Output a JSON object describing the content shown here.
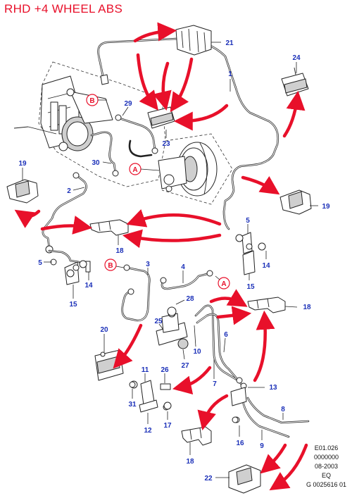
{
  "title": "RHD +4 WHEEL ABS",
  "reference_codes": [
    "E01.026",
    "0000000",
    "08-2003",
    "EQ",
    "G 0025616 01"
  ],
  "callouts": {
    "n1": "1",
    "n2": "2",
    "n3": "3",
    "n4": "4",
    "n5a": "5",
    "n5b": "5",
    "n6": "6",
    "n7": "7",
    "n8": "8",
    "n9": "9",
    "n10": "10",
    "n11": "11",
    "n12": "12",
    "n13": "13",
    "n14a": "14",
    "n14b": "14",
    "n15a": "15",
    "n15b": "15",
    "n16": "16",
    "n17": "17",
    "n18a": "18",
    "n18b": "18",
    "n18c": "18",
    "n19a": "19",
    "n19b": "19",
    "n20": "20",
    "n21": "21",
    "n22": "22",
    "n23": "23",
    "n24": "24",
    "n25": "25",
    "n26": "26",
    "n27": "27",
    "n28": "28",
    "n29": "29",
    "n30": "30",
    "n31": "31"
  },
  "references": {
    "a1": "A",
    "a2": "A",
    "b1": "B",
    "b2": "B"
  },
  "colors": {
    "title": "#e8102a",
    "callout": "#1a2fb8",
    "arrow": "#e8102a",
    "line": "#222222"
  }
}
